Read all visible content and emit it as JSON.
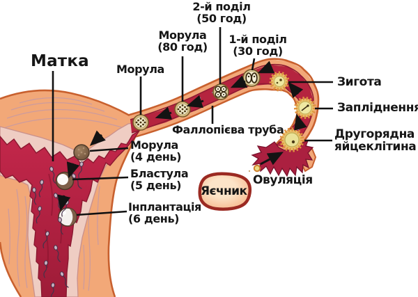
{
  "labels": {
    "uterus": "Матка",
    "morula_tube": "Морула",
    "morula_80h": {
      "line1": "Морула",
      "line2": "(80 год)"
    },
    "division_2nd": {
      "line1": "2-й поділ",
      "line2": "(50 год)"
    },
    "division_1st": {
      "line1": "1-й поділ",
      "line2": "(30 год)"
    },
    "zygote": "Зигота",
    "fertilization": "Запліднення",
    "secondary_oocyte": {
      "line1": "Другорядна",
      "line2": "яйцеклітина"
    },
    "fallopian_tube": "Фаллопієва труба",
    "morula_day4": {
      "line1": "Морула",
      "line2": "(4 день)"
    },
    "blastula_day5": {
      "line1": "Бластула",
      "line2": "(5 день)"
    },
    "implantation_day6": {
      "line1": "Інплантація",
      "line2": "(6 день)"
    },
    "ovary": "Яєчник",
    "ovulation": "Овуляція"
  },
  "colors": {
    "wall_peach": "#F2A878",
    "wall_outline": "#C8602E",
    "lining_pink": "#EFCDC3",
    "cavity_crimson": "#BE2144",
    "cavity_dark": "#9E1C38",
    "cell_shell_tan": "#D8C088",
    "cell_yellow": "#EFE8A2",
    "corona_orange": "#DE9340",
    "morula_brown": "#7E5F49",
    "ovary_border": "#9B2A22",
    "text": "#161616"
  }
}
